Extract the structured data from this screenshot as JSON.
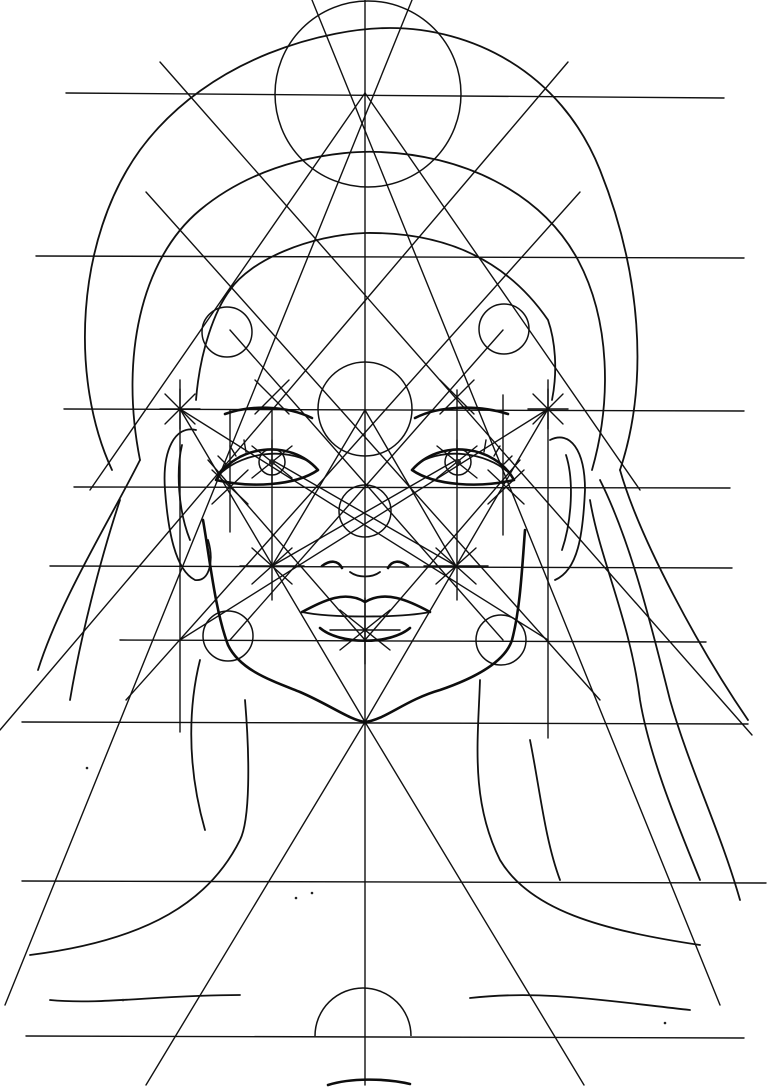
{
  "figure": {
    "subject": "face-proportion-construction-drawing",
    "colors": {
      "ink": "#111111",
      "paper": "#ffffff"
    },
    "marked_elements": [
      "head-outer-circle",
      "crown-circle",
      "chin-circle",
      "temple-circles",
      "eye-circles",
      "jaw-circles",
      "center-circle",
      "nose-circle",
      "horizontal-guides",
      "diagonal-guides",
      "eyes",
      "eyebrows",
      "nose",
      "lips",
      "ears",
      "hair",
      "face-outline"
    ]
  }
}
